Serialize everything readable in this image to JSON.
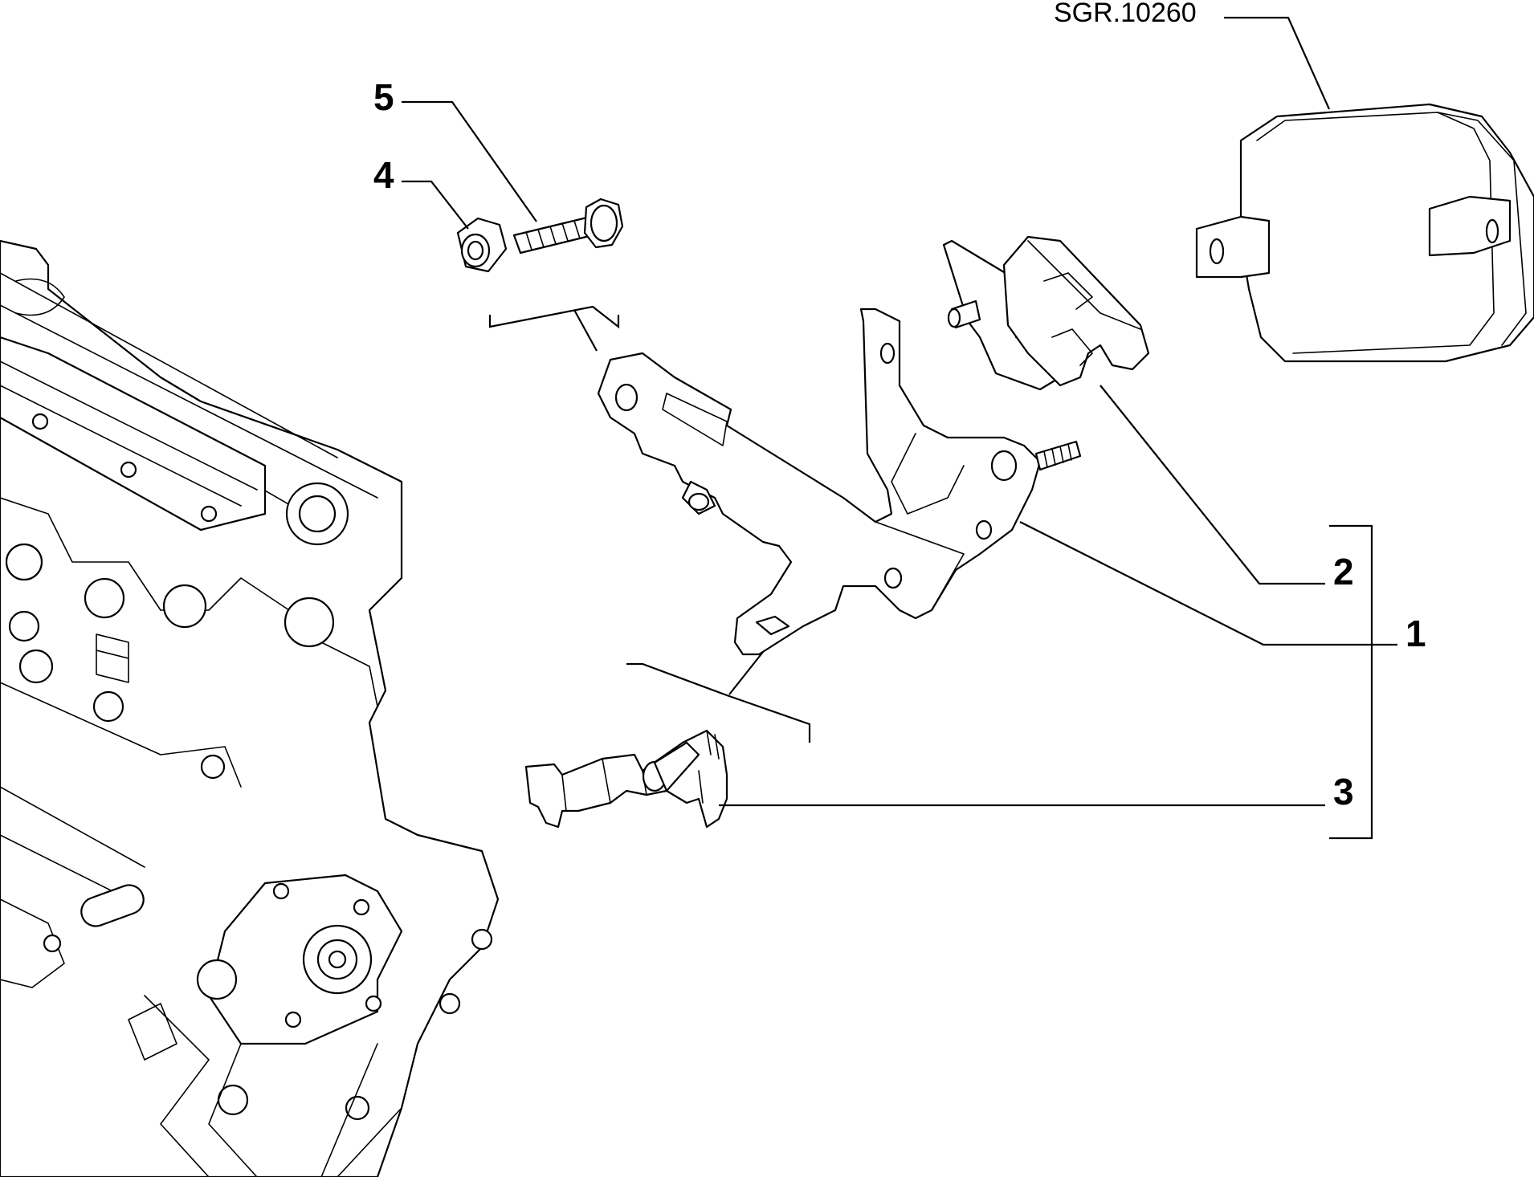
{
  "reference_code": "SGR.10260",
  "callouts": [
    {
      "id": "1",
      "label": "1"
    },
    {
      "id": "2",
      "label": "2"
    },
    {
      "id": "3",
      "label": "3"
    },
    {
      "id": "4",
      "label": "4"
    },
    {
      "id": "5",
      "label": "5"
    }
  ]
}
